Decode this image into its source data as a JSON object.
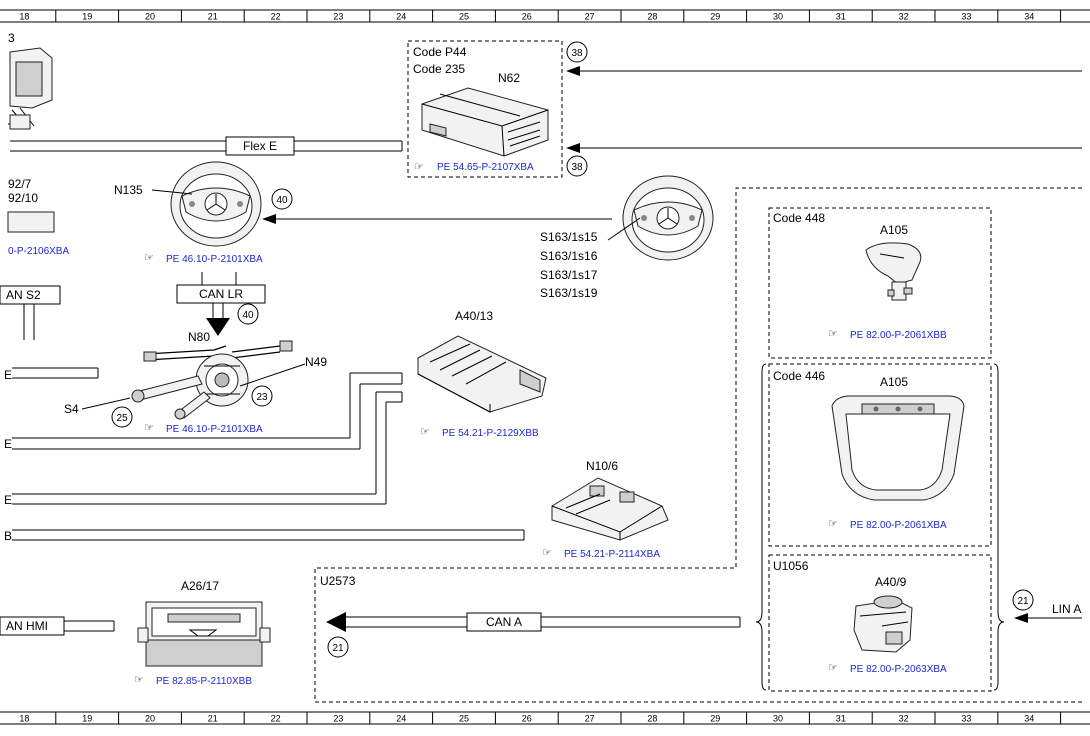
{
  "ruler": {
    "columns": [
      "18",
      "19",
      "20",
      "21",
      "22",
      "23",
      "24",
      "25",
      "26",
      "27",
      "28",
      "29",
      "30",
      "31",
      "32",
      "33",
      "34"
    ]
  },
  "groups": {
    "n62": {
      "code_a": "Code P44",
      "code_b": "Code 235"
    },
    "code448": {
      "code": "Code 448"
    },
    "code446": {
      "code": "Code 446"
    },
    "u1056": {
      "code": "U1056"
    },
    "u2573": {
      "code": "U2573"
    }
  },
  "components": {
    "n62": "N62",
    "n135": "N135",
    "n80": "N80",
    "n49": "N49",
    "s4": "S4",
    "a40_13": "A40/13",
    "n10_6": "N10/6",
    "a26_17": "A26/17",
    "a105_top": "A105",
    "a105_mid": "A105",
    "a40_9": "A40/9",
    "edge_3": "3",
    "edge_92_7": "92/7",
    "edge_92_10": "92/10"
  },
  "switch_labels": [
    "S163/1s15",
    "S163/1s16",
    "S163/1s17",
    "S163/1s19"
  ],
  "bus_labels": {
    "flex_e": "Flex E",
    "can_lr": "CAN LR",
    "can_s2": "AN S2",
    "can_a": "CAN A",
    "can_hmi": "AN HMI",
    "lin": "LIN A",
    "e1": "E",
    "e2": "E",
    "e3": "E",
    "b": "B"
  },
  "callouts": {
    "c38_top": "38",
    "c38_bottom": "38",
    "c40_wheel": "40",
    "c40_can": "40",
    "c23": "23",
    "c25": "25",
    "c21_right": "21",
    "c21_left": "21"
  },
  "refs": {
    "ref_n62": "PE 54.65-P-2107XBA",
    "ref_n135": "PE 46.10-P-2101XBA",
    "ref_n80": "PE 46.10-P-2101XBA",
    "ref_a40_13": "PE 54.21-P-2129XBB",
    "ref_n10_6": "PE 54.21-P-2114XBA",
    "ref_a26_17": "PE 82.85-P-2110XBB",
    "ref_a105_top": "PE 82.00-P-2061XBB",
    "ref_a105_mid": "PE 82.00-P-2061XBA",
    "ref_a40_9": "PE 82.00-P-2063XBA",
    "ref_edge": "0-P-2106XBA"
  },
  "colors": {
    "reference_text": "#1d27c9",
    "line": "#000000"
  }
}
